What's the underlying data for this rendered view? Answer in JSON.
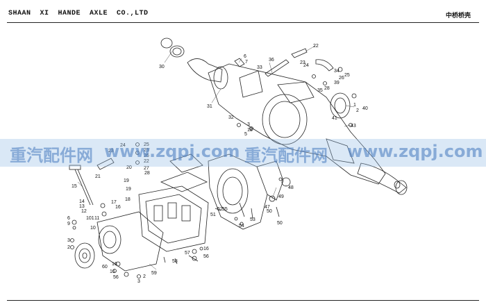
{
  "header": {
    "company": "SHAAN  XI  HANDE  AXLE  CO.,LTD",
    "section_title": "中桥桥壳"
  },
  "watermark": {
    "texts": [
      "重汽配件网",
      "www.zqpj.com",
      "重汽配件网",
      "www.zqpj.com"
    ]
  },
  "callouts": [
    "30",
    "6",
    "7",
    "36",
    "22",
    "33",
    "24",
    "23",
    "35",
    "26",
    "25",
    "34",
    "28",
    "39",
    "31",
    "1",
    "2",
    "40",
    "32",
    "18",
    "3",
    "41",
    "43",
    "5",
    "25",
    "23",
    "24",
    "25",
    "26",
    "22",
    "20",
    "21",
    "27",
    "28",
    "19",
    "19",
    "15",
    "18",
    "14",
    "13",
    "12",
    "17",
    "16",
    "101",
    "11",
    "6",
    "9",
    "10",
    "3",
    "2",
    "16",
    "60",
    "16",
    "56",
    "3",
    "2",
    "59",
    "58",
    "57",
    "16",
    "56",
    "52",
    "51",
    "54",
    "53",
    "55",
    "50",
    "48",
    "49",
    "47",
    "50"
  ]
}
